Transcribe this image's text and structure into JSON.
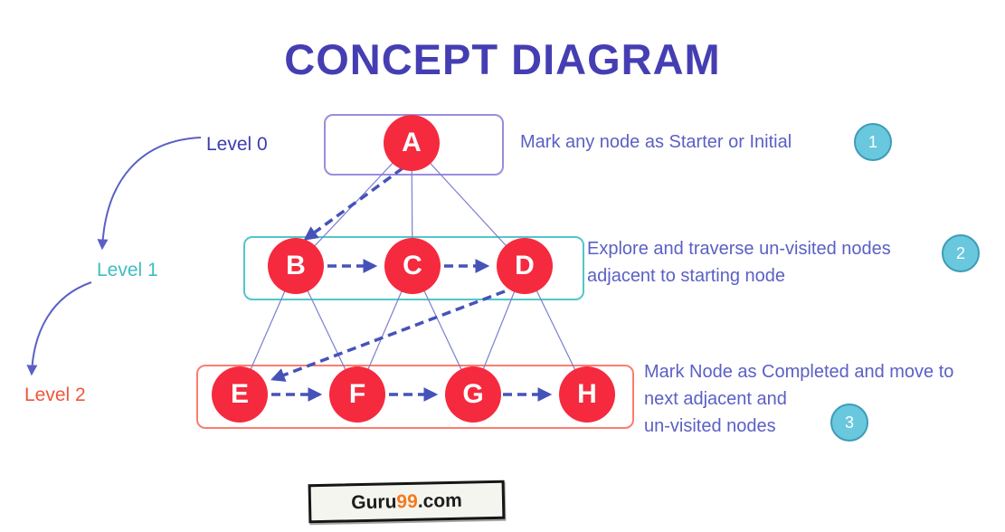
{
  "title": "CONCEPT DIAGRAM",
  "levels": {
    "l0": {
      "label": "Level 0"
    },
    "l1": {
      "label": "Level 1"
    },
    "l2": {
      "label": "Level 2"
    }
  },
  "nodes": [
    "A",
    "B",
    "C",
    "D",
    "E",
    "F",
    "G",
    "H"
  ],
  "graph": {
    "edges": [
      [
        "A",
        "B"
      ],
      [
        "A",
        "C"
      ],
      [
        "A",
        "D"
      ],
      [
        "B",
        "E"
      ],
      [
        "B",
        "F"
      ],
      [
        "C",
        "F"
      ],
      [
        "C",
        "G"
      ],
      [
        "D",
        "G"
      ],
      [
        "D",
        "H"
      ]
    ],
    "traversal_order": [
      "A",
      "B",
      "C",
      "D",
      "E",
      "F",
      "G",
      "H"
    ]
  },
  "annotations": {
    "step1": {
      "text": "Mark any node as Starter or Initial",
      "badge": "1"
    },
    "step2": {
      "line1": "Explore and traverse un-visited nodes",
      "line2": "adjacent to starting node",
      "badge": "2"
    },
    "step3": {
      "line1": "Mark Node as Completed and move to",
      "line2": "next adjacent and",
      "line3": "un-visited nodes",
      "badge": "3"
    }
  },
  "logo": {
    "part1": "Guru",
    "part2": "99",
    "part3": ".com"
  },
  "colors": {
    "title": "#453eb3",
    "node_fill": "#f52a3e",
    "level0_accent": "#9b8ce0",
    "level1_accent": "#53c6c9",
    "level2_accent": "#fb7d70",
    "annotation_text": "#5b60c4",
    "badge_fill": "#69c8dd",
    "edge_line": "#7a7fce",
    "traversal_arrow": "#4553b8"
  }
}
